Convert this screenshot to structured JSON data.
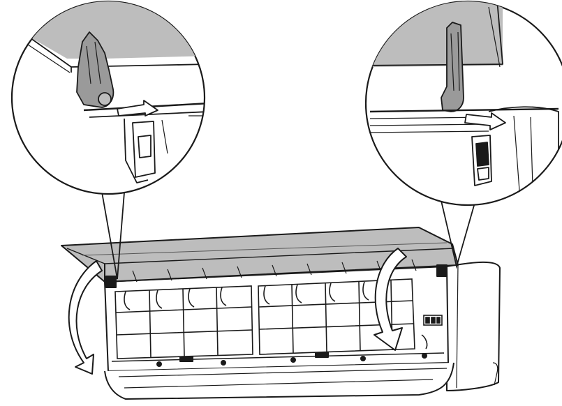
{
  "figure": {
    "description_labels": [],
    "colors": {
      "line": "#1a1a1a",
      "panel_fill": "#bdbdbd",
      "panel_dark": "#9a9a9a",
      "background": "#ffffff"
    },
    "icons": {
      "left_callout": "magnifier-circle",
      "right_callout": "magnifier-circle",
      "left_arrow": "curved-arrow-down",
      "right_arrow": "curved-arrow-down",
      "push_arrow": "push-arrow"
    }
  }
}
